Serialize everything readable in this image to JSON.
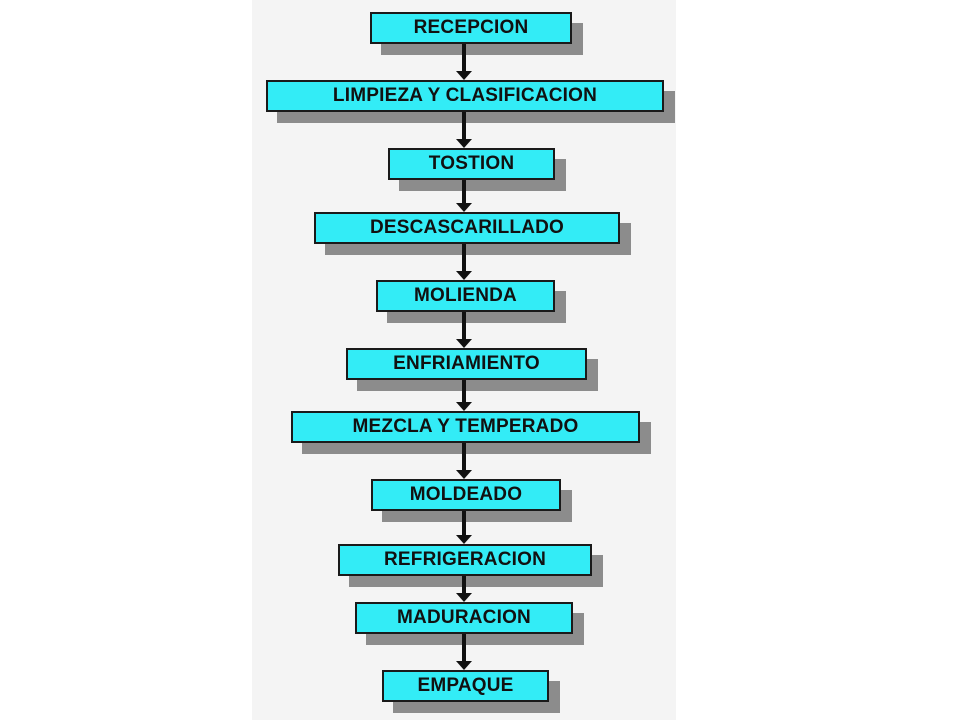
{
  "diagram": {
    "box_fill": "#33ecf6",
    "box_border": "#1a1a1a",
    "shadow": "#8c8c8c",
    "steps": [
      {
        "label": "RECEPCION"
      },
      {
        "label": "LIMPIEZA Y CLASIFICACION"
      },
      {
        "label": "TOSTION"
      },
      {
        "label": "DESCASCARILLADO"
      },
      {
        "label": "MOLIENDA"
      },
      {
        "label": "ENFRIAMIENTO"
      },
      {
        "label": "MEZCLA Y TEMPERADO"
      },
      {
        "label": "MOLDEADO"
      },
      {
        "label": "REFRIGERACION"
      },
      {
        "label": "MADURACION"
      },
      {
        "label": "EMPAQUE"
      }
    ]
  }
}
